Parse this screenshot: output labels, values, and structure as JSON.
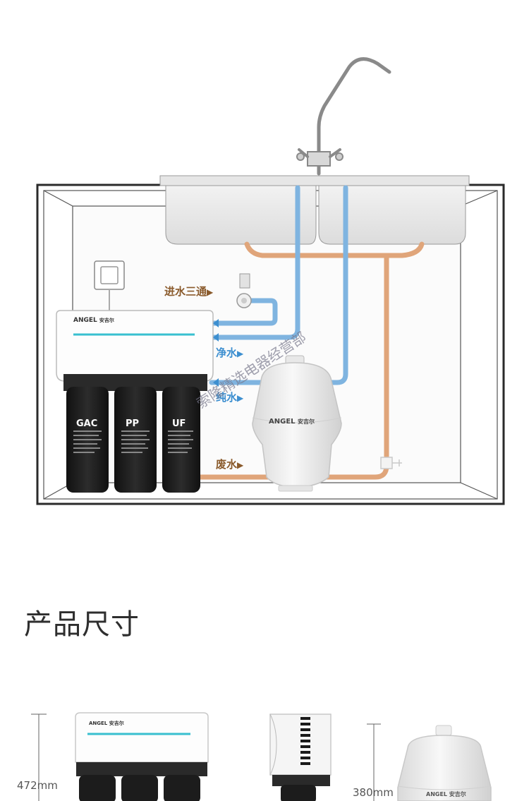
{
  "diagram": {
    "labels": {
      "inlet_tee": "进水三通",
      "clean_water": "净水",
      "pure_water": "纯水",
      "waste_water": "废水",
      "arrow": "▶"
    },
    "purifier": {
      "brand": "ANGEL",
      "brand_cn": "安吉尔",
      "filters": [
        "GAC",
        "PP",
        "UF"
      ]
    },
    "tank": {
      "brand": "ANGEL",
      "brand_cn": "安吉尔"
    },
    "watermark": "索隆精选电器经营部",
    "colors": {
      "clean_pipe": "#7fb4e0",
      "pure_pipe": "#7fb4e0",
      "waste_pipe": "#e0a57a",
      "label_brown": "#8a5a2b",
      "label_blue": "#3d8fd0"
    }
  },
  "dimensions": {
    "title": "产品尺寸",
    "purifier_height": "472mm",
    "tank_height": "380mm"
  }
}
